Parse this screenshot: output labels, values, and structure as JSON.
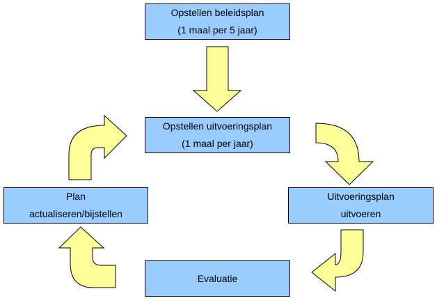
{
  "diagram": {
    "colors": {
      "box_fill": "#99ccff",
      "arrow_fill": "#ffff99",
      "outline": "#000000"
    },
    "boxes": {
      "beleidsplan": {
        "line1": "Opstellen beleidsplan",
        "line2": "(1 maal per 5 jaar)"
      },
      "uitvoeringsplan": {
        "line1": "Opstellen uitvoeringsplan",
        "line2": "(1 maal per jaar)"
      },
      "uitvoeren": {
        "line1": "Uitvoeringsplan",
        "line2": "uitvoeren"
      },
      "evaluatie": {
        "line1": "Evaluatie"
      },
      "actualiseren": {
        "line1": "Plan",
        "line2": "actualiseren/bijstellen"
      }
    }
  }
}
